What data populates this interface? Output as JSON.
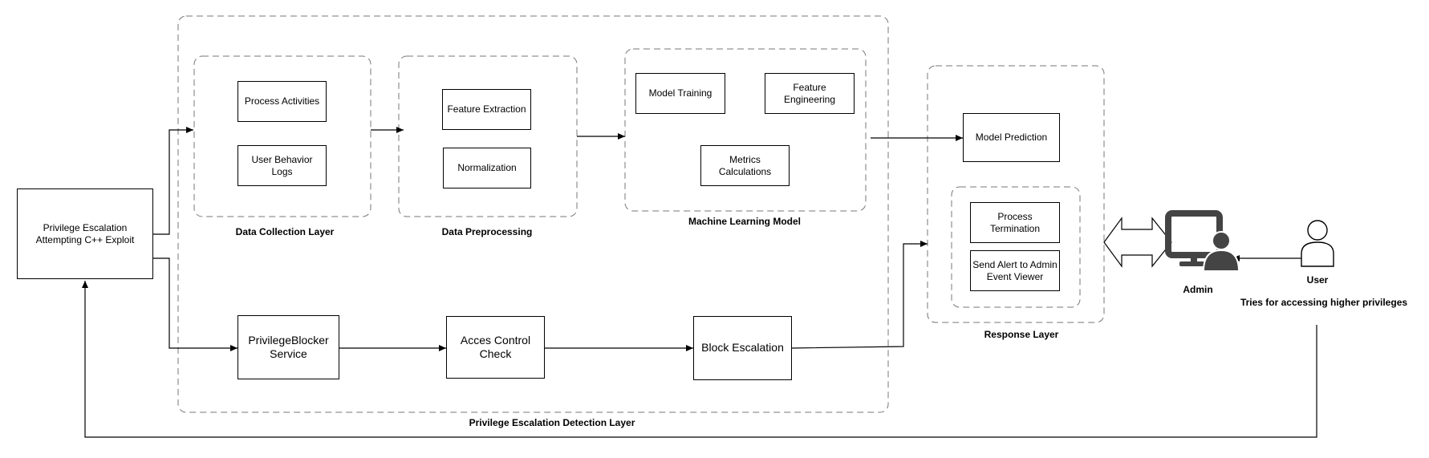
{
  "diagram": {
    "groups": {
      "detection_layer": "Privilege Escalation Detection Layer",
      "data_collection": "Data Collection Layer",
      "data_preprocessing": "Data Preprocessing",
      "ml_model": "Machine Learning Model",
      "response_layer": "Response Layer"
    },
    "nodes": {
      "exploit": "Privilege Escalation\nAttempting C++ Exploit",
      "process_activities": "Process Activities",
      "user_behavior_logs": "User Behavior Logs",
      "feature_extraction": "Feature Extraction",
      "normalization": "Normalization",
      "model_training": "Model Training",
      "feature_engineering": "Feature\nEngineering",
      "metrics_calculations": "Metrics Calculations",
      "model_prediction": "Model Prediction",
      "process_termination": "Process\nTermination",
      "send_alert": "Send Alert to Admin\nEvent Viewer",
      "privilege_blocker": "PrivilegeBlocker\nService",
      "access_control": "Acces Control\nCheck",
      "block_escalation": "Block Escalation"
    },
    "actors": {
      "admin": "Admin",
      "user": "User",
      "user_note": "Tries for accessing higher privileges"
    }
  },
  "icons": {
    "admin": "monitor-with-person-icon",
    "user": "person-outline-icon",
    "connector": "double-headed-arrow-icon"
  },
  "colors": {
    "stroke": "#000000",
    "dashed": "#777777",
    "icon": "#444444"
  }
}
